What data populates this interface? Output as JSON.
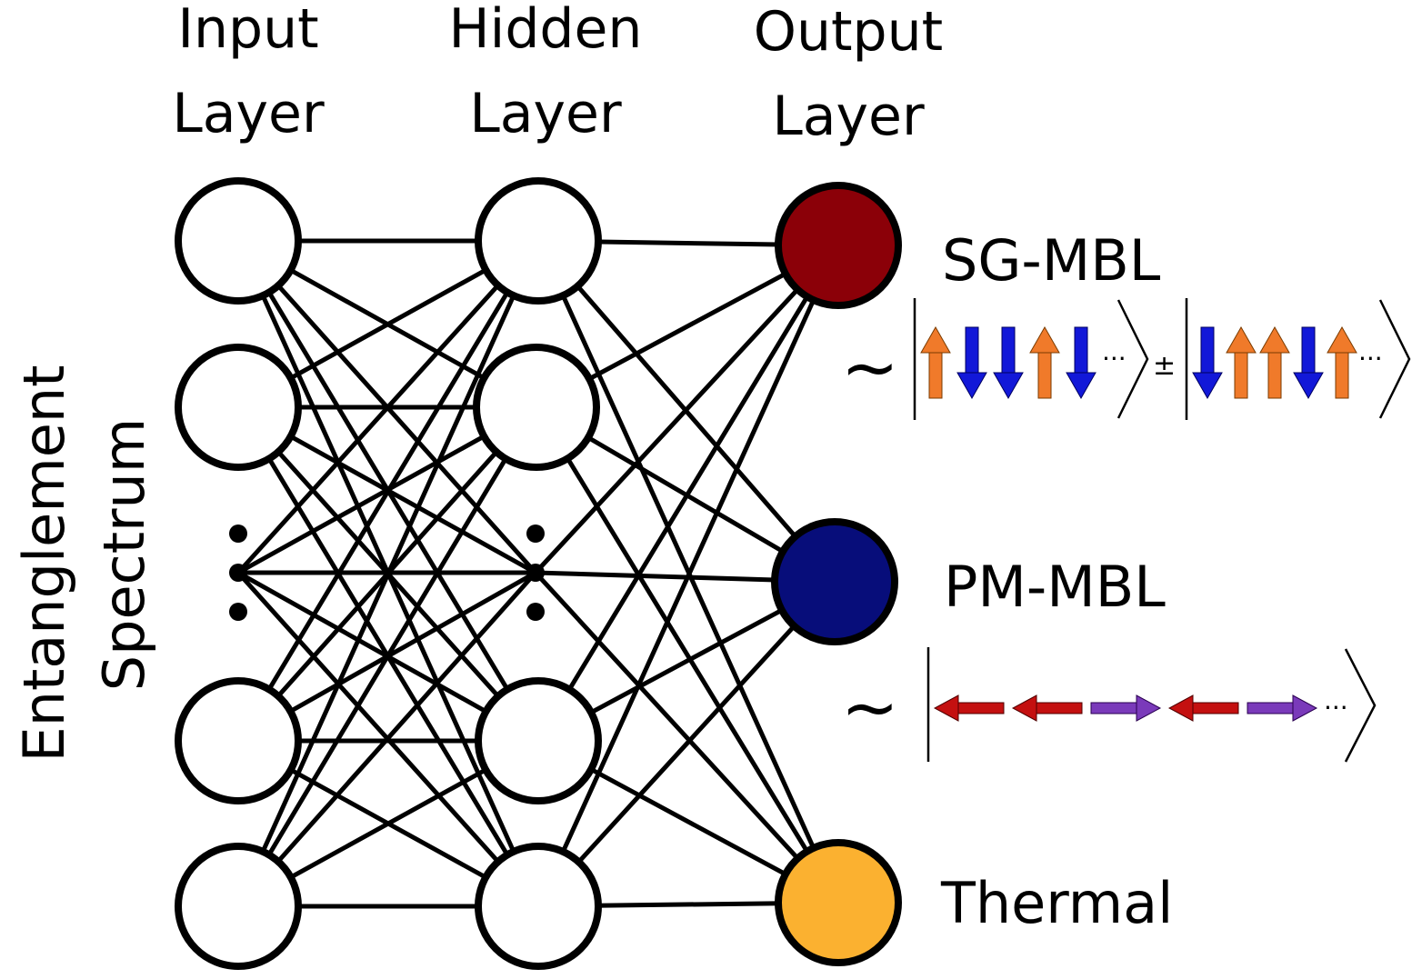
{
  "layers": {
    "input": {
      "line1": "Input",
      "line2": "Layer"
    },
    "hidden": {
      "line1": "Hidden",
      "line2": "Layer"
    },
    "output": {
      "line1": "Output",
      "line2": "Layer"
    }
  },
  "side_title": {
    "line1": "Entanglement",
    "line2": "Spectrum"
  },
  "classes": {
    "sg": {
      "label": "SG-MBL",
      "color": "#8b0008"
    },
    "pm": {
      "label": "PM-MBL",
      "color": "#070d7a"
    },
    "thermal": {
      "label": "Thermal",
      "color": "#fbb130"
    }
  },
  "states": {
    "tilde": "~",
    "ellipsis": "···",
    "plus_minus": "±",
    "sg_left_spins": [
      "up",
      "down",
      "down",
      "up",
      "down"
    ],
    "sg_right_spins": [
      "down",
      "up",
      "up",
      "down",
      "up"
    ],
    "pm_spins": [
      "left",
      "left",
      "right",
      "left",
      "right"
    ]
  },
  "colors": {
    "spin_up": "#f07a2a",
    "spin_down": "#1218d8",
    "spin_left": "#c41010",
    "spin_right": "#7a3aba"
  }
}
